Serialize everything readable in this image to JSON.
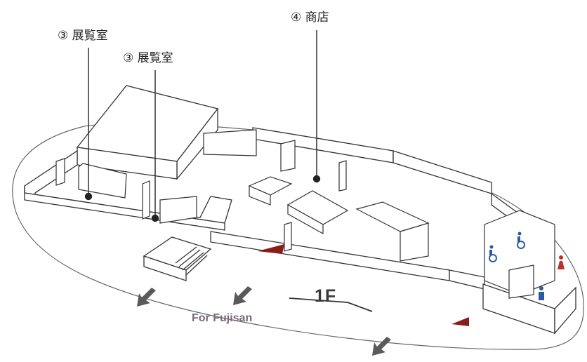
{
  "labels": {
    "room_left": "③ 展覧室",
    "room_middle": "③ 展覧室",
    "shop": "④ 商店"
  },
  "floor": "1F",
  "direction_text": "For Fujisan",
  "colors": {
    "wall_stroke": "#3a3a3a",
    "wall_fill": "#ffffff",
    "arrow": "#5a5a5a",
    "marker_red": "#8b1c1c",
    "wc_blue": "#2f5a9e",
    "wc_red": "#c0302e"
  },
  "icons": [
    "exit-arrow-icon",
    "entrance-marker-icon",
    "wheelchair-icon",
    "male-icon",
    "female-icon"
  ]
}
